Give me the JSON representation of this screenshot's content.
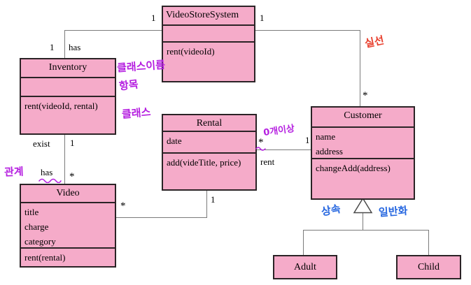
{
  "diagram": {
    "title": "Video store UML class diagram",
    "colors": {
      "class_fill": "#F5ABC9",
      "class_border": "#2B2326",
      "connector": "#7B7B7B",
      "note_purple": "#B51FE0",
      "note_red": "#E8402E",
      "note_blue": "#2667E0"
    },
    "classes": {
      "video_store_system": {
        "title": "VideoStoreSystem",
        "attributes": [],
        "operations": [
          "rent(videoId)"
        ]
      },
      "inventory": {
        "title": "Inventory",
        "attributes": [],
        "operations": [
          "rent(videoId, rental)"
        ]
      },
      "rental": {
        "title": "Rental",
        "attributes": [
          "date"
        ],
        "operations": [
          "add(videTitle, price)"
        ]
      },
      "customer": {
        "title": "Customer",
        "attributes": [
          "name",
          "address"
        ],
        "operations": [
          "changeAdd(address)"
        ]
      },
      "video": {
        "title": "Video",
        "attributes": [
          "title",
          "charge",
          "category"
        ],
        "operations": [
          "rent(rental)"
        ]
      },
      "adult": {
        "title": "Adult",
        "attributes": [],
        "operations": []
      },
      "child": {
        "title": "Child",
        "attributes": [],
        "operations": []
      }
    },
    "relationships": {
      "inventory_vss": {
        "end_vss": "1",
        "end_inventory": "1",
        "name": "has"
      },
      "vss_customer": {
        "end_vss": "1",
        "end_customer": "*"
      },
      "inventory_video": {
        "role": "exist",
        "end_inventory": "1",
        "name": "has",
        "end_video": "*"
      },
      "rental_customer": {
        "end_rental": "*",
        "end_customer": "1",
        "name": "rent"
      },
      "rental_video": {
        "end_rental": "1",
        "end_video": "*"
      },
      "generalization": {
        "parent": "Customer",
        "children": [
          "Adult",
          "Child"
        ]
      }
    },
    "annotations": {
      "class_name_note": "클래스이름",
      "item_note": "항목",
      "class_note": "클래스",
      "relationship_note": "관계",
      "zero_or_more_note": "0개이상",
      "solid_line_note": "실선",
      "inheritance_note": "상속",
      "generalization_note": "일반화"
    }
  }
}
